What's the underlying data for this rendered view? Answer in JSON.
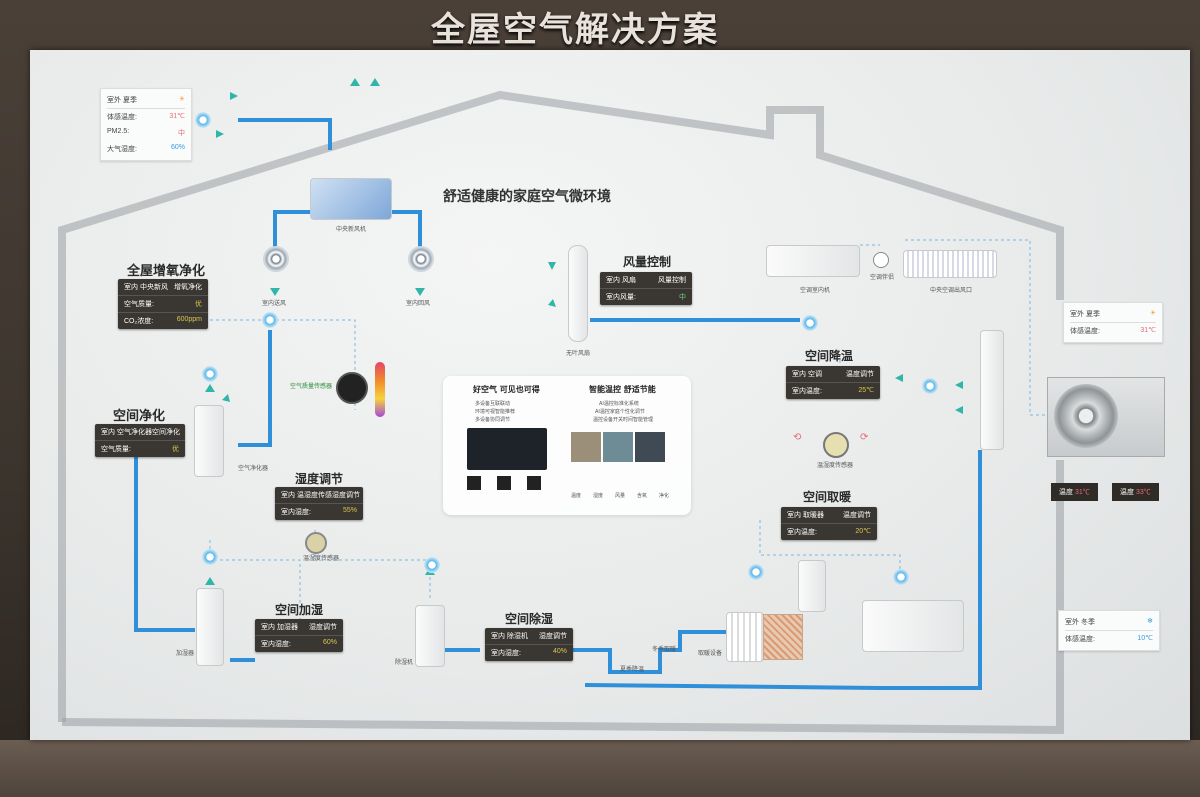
{
  "banner": "全屋空气解决方案",
  "heading": "舒适健康的家庭空气微环境",
  "colors": {
    "pipe": "#2f8fd8",
    "panel": "#3a3631",
    "accent": "#d9c650",
    "cold": "#e86a7a"
  },
  "outdoor_summer": {
    "season": "室外 夏季",
    "feel_label": "体感温度:",
    "feel_value": "31℃",
    "pm_label": "PM2.5:",
    "pm_value": "中",
    "hum_label": "大气湿度:",
    "hum_value": "60%"
  },
  "outdoor_summer2": {
    "season": "室外 夏季",
    "feel_label": "体感温度:",
    "feel_value": "31℃"
  },
  "outdoor_winter": {
    "season": "室外 冬季",
    "feel_label": "体感温度:",
    "feel_value": "10℃"
  },
  "sections": {
    "oxygen": {
      "title": "全屋增氧净化",
      "row1a": "室内 中央新风",
      "row1b": "增氧净化",
      "row2a": "空气质量:",
      "row2b": "优",
      "row3a": "CO₂浓度:",
      "row3b": "600ppm"
    },
    "purify": {
      "title": "空间净化",
      "row1a": "室内 空气净化器",
      "row1b": "空间净化",
      "row2a": "空气质量:",
      "row2b": "优"
    },
    "humidity": {
      "title": "湿度调节",
      "row1a": "室内 温湿度传感",
      "row1b": "湿度调节",
      "row2a": "室内湿度:",
      "row2b": "55%"
    },
    "humidify": {
      "title": "空间加湿",
      "row1a": "室内 加湿器",
      "row1b": "湿度调节",
      "row2a": "室内湿度:",
      "row2b": "60%"
    },
    "dehumidify": {
      "title": "空间除湿",
      "row1a": "室内 除湿机",
      "row1b": "湿度调节",
      "row2a": "室内湿度:",
      "row2b": "40%"
    },
    "airflow": {
      "title": "风量控制",
      "row1a": "室内 风扇",
      "row1b": "风量控制",
      "row2a": "室内风量:",
      "row2b": "中"
    },
    "cooling": {
      "title": "空间降温",
      "row1a": "室内 空调",
      "row1b": "温度调节",
      "row2a": "室内温度:",
      "row2b": "25℃"
    },
    "heating": {
      "title": "空间取暖",
      "row1a": "室内 取暖器",
      "row1b": "温度调节",
      "row2a": "室内温度:",
      "row2b": "20℃"
    }
  },
  "labels": {
    "central_fresh_air": "中央新风机",
    "indoor_supply": "室内送风",
    "indoor_return": "室内回风",
    "air_sensor": "空气质量传感器",
    "purifier": "空气净化器",
    "humid_sensor": "温湿度传感器",
    "humidifier": "加湿器",
    "dehumidifier": "除湿机",
    "bladeless_fan": "无叶风扇",
    "ac_indoor": "空调室内机",
    "ac_controller": "空调伴侣",
    "central_ac_vent": "中央空调出风口",
    "temp_sensor": "温湿度传感器",
    "heating_device": "取暖设备",
    "winter_heating": "冬季取暖",
    "summer_cooling": "夏季降温"
  },
  "outdoor_unit": {
    "left_label": "温度",
    "left_value": "31℃",
    "right_label": "温度",
    "right_value": "33℃"
  },
  "center_panel": {
    "left_title": "好空气 可见也可得",
    "left_lines": [
      "多设备互联联动",
      "环境可视智能推荐",
      "多设备协同调节"
    ],
    "right_title": "智能温控 舒适节能",
    "right_lines": [
      "AI温控标准化系统",
      "AI温控家庭个性化调节",
      "温控设备开关时间智能管理"
    ],
    "mini_labels": [
      "温度",
      "湿度",
      "风量",
      "含氧",
      "净化"
    ]
  }
}
